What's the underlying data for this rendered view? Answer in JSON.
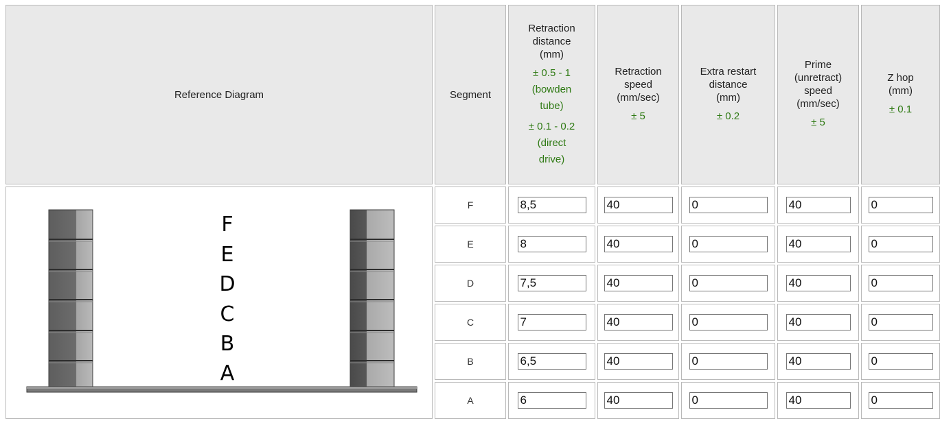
{
  "headers": {
    "reference": "Reference Diagram",
    "segment": "Segment",
    "retraction_distance": [
      "Retraction",
      "distance",
      "(mm)"
    ],
    "retraction_distance_tol_bowden": [
      "± 0.5 - 1",
      "(bowden",
      "tube)"
    ],
    "retraction_distance_tol_direct": [
      "± 0.1 - 0.2",
      "(direct",
      "drive)"
    ],
    "retraction_speed": [
      "Retraction",
      "speed",
      "(mm/sec)"
    ],
    "retraction_speed_tol": "± 5",
    "extra_restart": [
      "Extra restart",
      "distance",
      "(mm)"
    ],
    "extra_restart_tol": "± 0.2",
    "prime_speed": [
      "Prime",
      "(unretract)",
      "speed",
      "(mm/sec)"
    ],
    "prime_speed_tol": "± 5",
    "z_hop": [
      "Z hop",
      "(mm)"
    ],
    "z_hop_tol": "± 0.1"
  },
  "diagram": {
    "letters": [
      "F",
      "E",
      "D",
      "C",
      "B",
      "A"
    ]
  },
  "rows": [
    {
      "segment": "F",
      "retraction_distance": "8,5",
      "retraction_speed": "40",
      "extra_restart": "0",
      "prime_speed": "40",
      "z_hop": "0"
    },
    {
      "segment": "E",
      "retraction_distance": "8",
      "retraction_speed": "40",
      "extra_restart": "0",
      "prime_speed": "40",
      "z_hop": "0"
    },
    {
      "segment": "D",
      "retraction_distance": "7,5",
      "retraction_speed": "40",
      "extra_restart": "0",
      "prime_speed": "40",
      "z_hop": "0"
    },
    {
      "segment": "C",
      "retraction_distance": "7",
      "retraction_speed": "40",
      "extra_restart": "0",
      "prime_speed": "40",
      "z_hop": "0"
    },
    {
      "segment": "B",
      "retraction_distance": "6,5",
      "retraction_speed": "40",
      "extra_restart": "0",
      "prime_speed": "40",
      "z_hop": "0"
    },
    {
      "segment": "A",
      "retraction_distance": "6",
      "retraction_speed": "40",
      "extra_restart": "0",
      "prime_speed": "40",
      "z_hop": "0"
    }
  ],
  "colors": {
    "header_bg": "#e9e9e9",
    "tolerance_green": "#2f7a14",
    "border": "#b9b9b9"
  }
}
